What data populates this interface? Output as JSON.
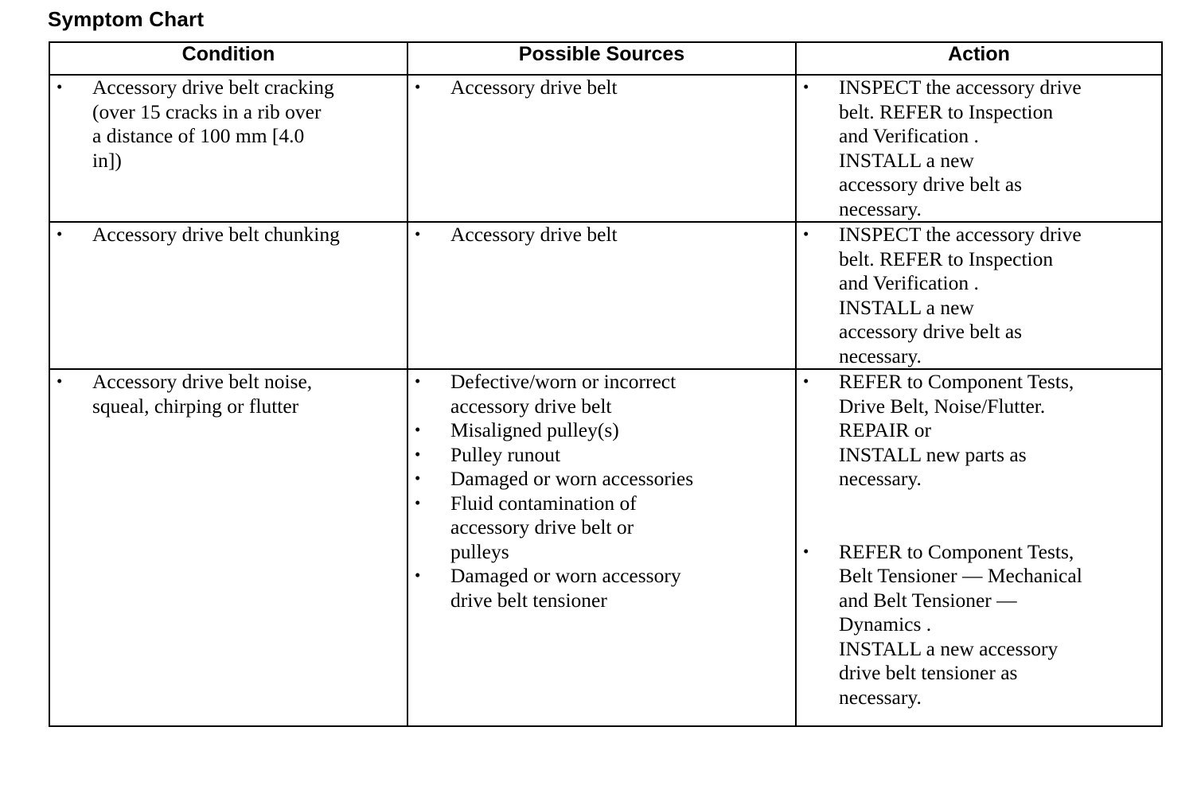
{
  "document": {
    "title": "Symptom Chart"
  },
  "table": {
    "headers": [
      {
        "label": "Condition"
      },
      {
        "label": "Possible Sources"
      },
      {
        "label": "Action"
      }
    ],
    "rows": [
      {
        "condition": [
          "Accessory drive belt cracking\n(over 15 cracks in a rib over\na distance of 100 mm [4.0\nin])"
        ],
        "sources": [
          "Accessory drive belt"
        ],
        "action": [
          "INSPECT the accessory drive\nbelt. REFER to Inspection\nand Verification .\nINSTALL a new\naccessory drive belt as\nnecessary."
        ]
      },
      {
        "condition": [
          "Accessory drive belt chunking"
        ],
        "sources": [
          "Accessory drive belt"
        ],
        "action": [
          "INSPECT the accessory drive\nbelt. REFER to Inspection\nand Verification .\nINSTALL a new\naccessory drive belt as\nnecessary."
        ]
      },
      {
        "condition": [
          "Accessory drive belt noise,\nsqueal, chirping or flutter"
        ],
        "sources": [
          "Defective/worn or incorrect\naccessory drive belt",
          "Misaligned pulley(s)",
          "Pulley runout",
          "Damaged or worn accessories",
          "Fluid contamination of\naccessory drive belt or\npulleys",
          "Damaged or worn accessory\ndrive belt tensioner"
        ],
        "action": [
          "REFER to Component Tests,\nDrive Belt, Noise/Flutter.\nREPAIR or\nINSTALL new parts as\nnecessary.",
          "REFER to Component Tests,\nBelt Tensioner — Mechanical\nand Belt Tensioner —\nDynamics .\nINSTALL a new accessory\ndrive belt tensioner as\nnecessary."
        ]
      }
    ]
  },
  "colors": {
    "text": "#000000",
    "background": "#ffffff",
    "border": "#000000"
  }
}
